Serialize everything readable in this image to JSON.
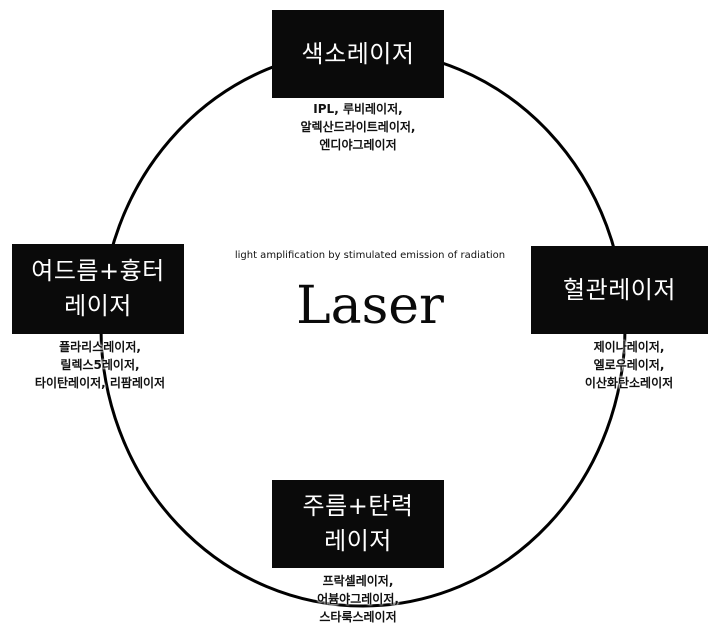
{
  "center": {
    "tagline": "light amplification by stimulated emission of radiation",
    "title": "Laser"
  },
  "categories": {
    "top": {
      "label_lines": [
        "색소레이저"
      ],
      "items": [
        "IPL, 루비레이저,",
        "알렉산드라이트레이저,",
        "엔디야그레이저"
      ]
    },
    "left": {
      "label_lines": [
        "여드름+흉터",
        "레이저"
      ],
      "items": [
        "플라리스레이저,",
        "릴렉스5레이저,",
        "타이탄레이저, 리팜레이저"
      ]
    },
    "right": {
      "label_lines": [
        "혈관레이저"
      ],
      "items": [
        "제이나레이저,",
        "엘로우레이저,",
        "이산화탄소레이저"
      ]
    },
    "bottom": {
      "label_lines": [
        "주름+탄력",
        "레이저"
      ],
      "items": [
        "프락셀레이저,",
        "어븀야그레이저,",
        "스타룩스레이저"
      ]
    }
  },
  "colors": {
    "box": "#0a0a0a",
    "box_text": "#ffffff",
    "ring": "#000000"
  }
}
